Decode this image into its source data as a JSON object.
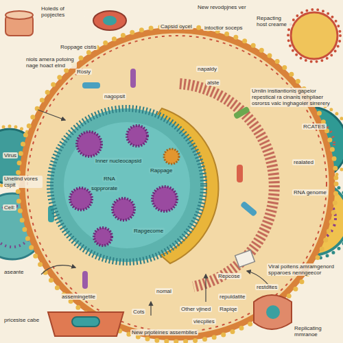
{
  "diagram": {
    "nodes": [
      {
        "text": [
          "Inner nucleocapsid",
          "Rappage",
          "RNA",
          "sqpprorate",
          "Rapgecome"
        ]
      }
    ],
    "labels": [
      "Holeds of popjectes",
      "Roppage cistis",
      "Capsid oycel",
      "New revodpjnes ver",
      "intoctior soceps",
      "Repacting host creame",
      "niols amera potoing nage hoact elnd",
      "Rosiy",
      "nagopsit",
      "napaldy",
      "atste",
      "Urnlin instiantionis gapeior repestical ra cinanis rehpliaer osrorss valc inghagoler sirrerery",
      "RCATES",
      "realated",
      "Virus",
      "Unelind vores cspit",
      "Cell:",
      "RNA genome",
      "Viral poitens amramgenord spparoes nenngeecor",
      "Repcose",
      "restdites",
      "repuldatite",
      "nomal",
      "assemingetile",
      "aseante",
      "Cots",
      "Other vjined",
      "Rapiqe",
      "viecplies",
      "pricesise cabe",
      "New prjoteines assemblies",
      "Replicating mmranoe"
    ]
  }
}
